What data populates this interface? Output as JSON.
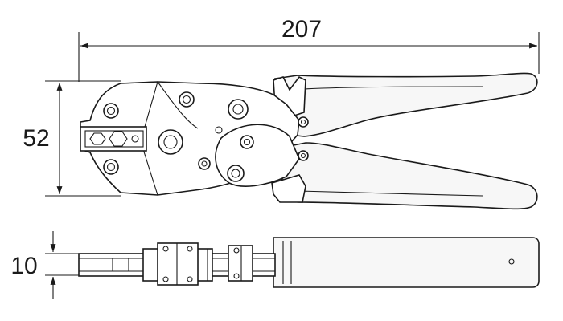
{
  "dimensions": {
    "overall_length": "207",
    "overall_height": "52",
    "thickness": "10"
  }
}
